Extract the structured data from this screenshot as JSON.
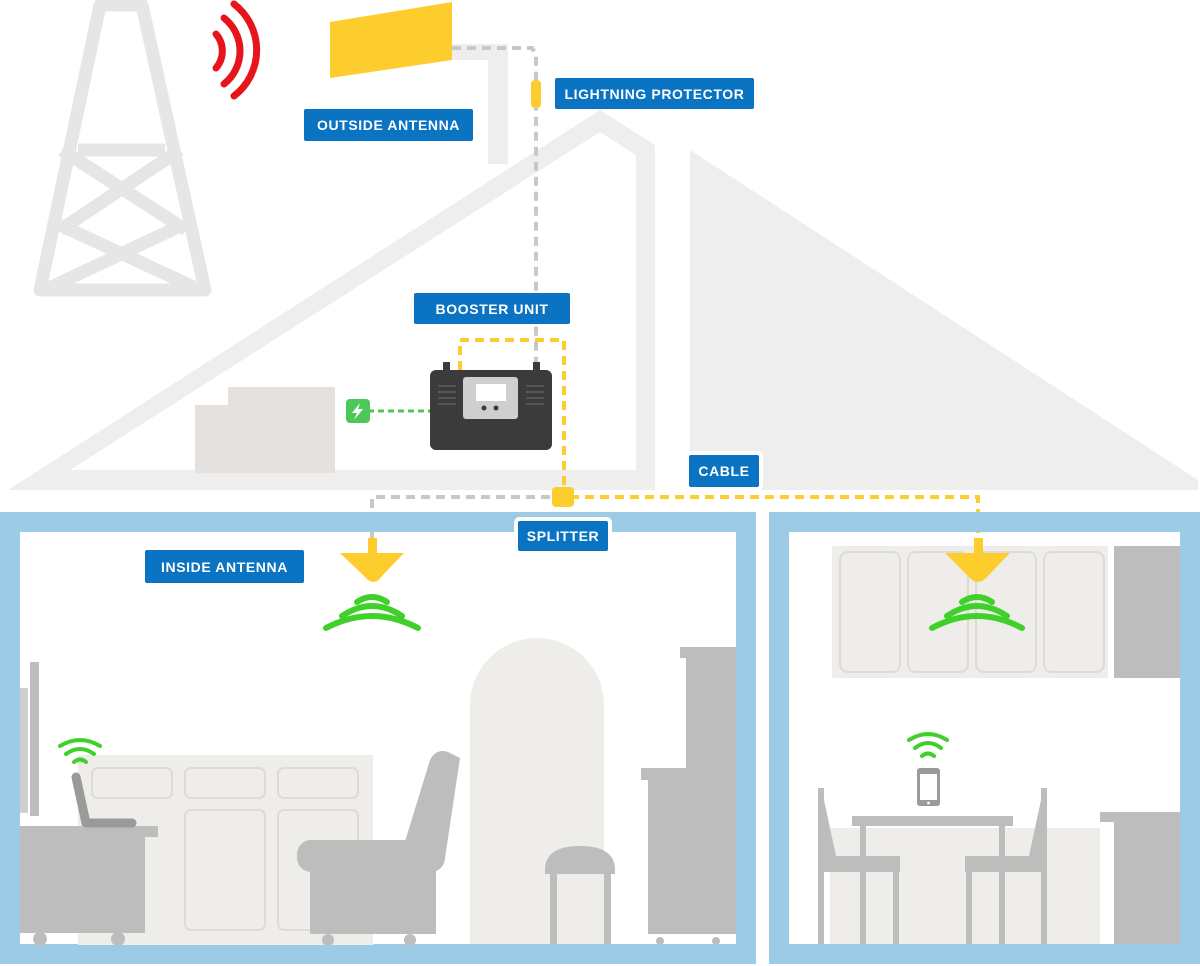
{
  "labels": {
    "outside_antenna": "OUTSIDE ANTENNA",
    "lightning_protector": "LIGHTNING PROTECTOR",
    "booster_unit": "BOOSTER UNIT",
    "cable": "CABLE",
    "splitter": "SPLITTER",
    "inside_antenna": "INSIDE ANTENNA"
  },
  "colors": {
    "label_bg": "#0a73c2",
    "label_text": "#ffffff",
    "house_gray": "#eeeeee",
    "room_border": "#9ccbe8",
    "antenna_yellow": "#fdcd2e",
    "signal_green": "#3fd12a",
    "tower_signal_red": "#e8141c",
    "power_green": "#4cc85a",
    "furniture_gray": "#bdbdbd",
    "cabinet_beige": "#efede9",
    "booster_dark": "#3b3b3b",
    "cable_gray": "#c8c8c8"
  },
  "icons": {
    "tower": "cell-tower-icon",
    "tower_signal": "signal-waves-icon",
    "outside_antenna": "directional-antenna-icon",
    "lightning_protector": "lightning-protector-icon",
    "booster": "booster-unit-icon",
    "power": "lightning-bolt-icon",
    "splitter": "splitter-icon",
    "inside_antenna": "dome-antenna-icon",
    "wifi": "wifi-signal-icon",
    "phone": "smartphone-icon"
  }
}
